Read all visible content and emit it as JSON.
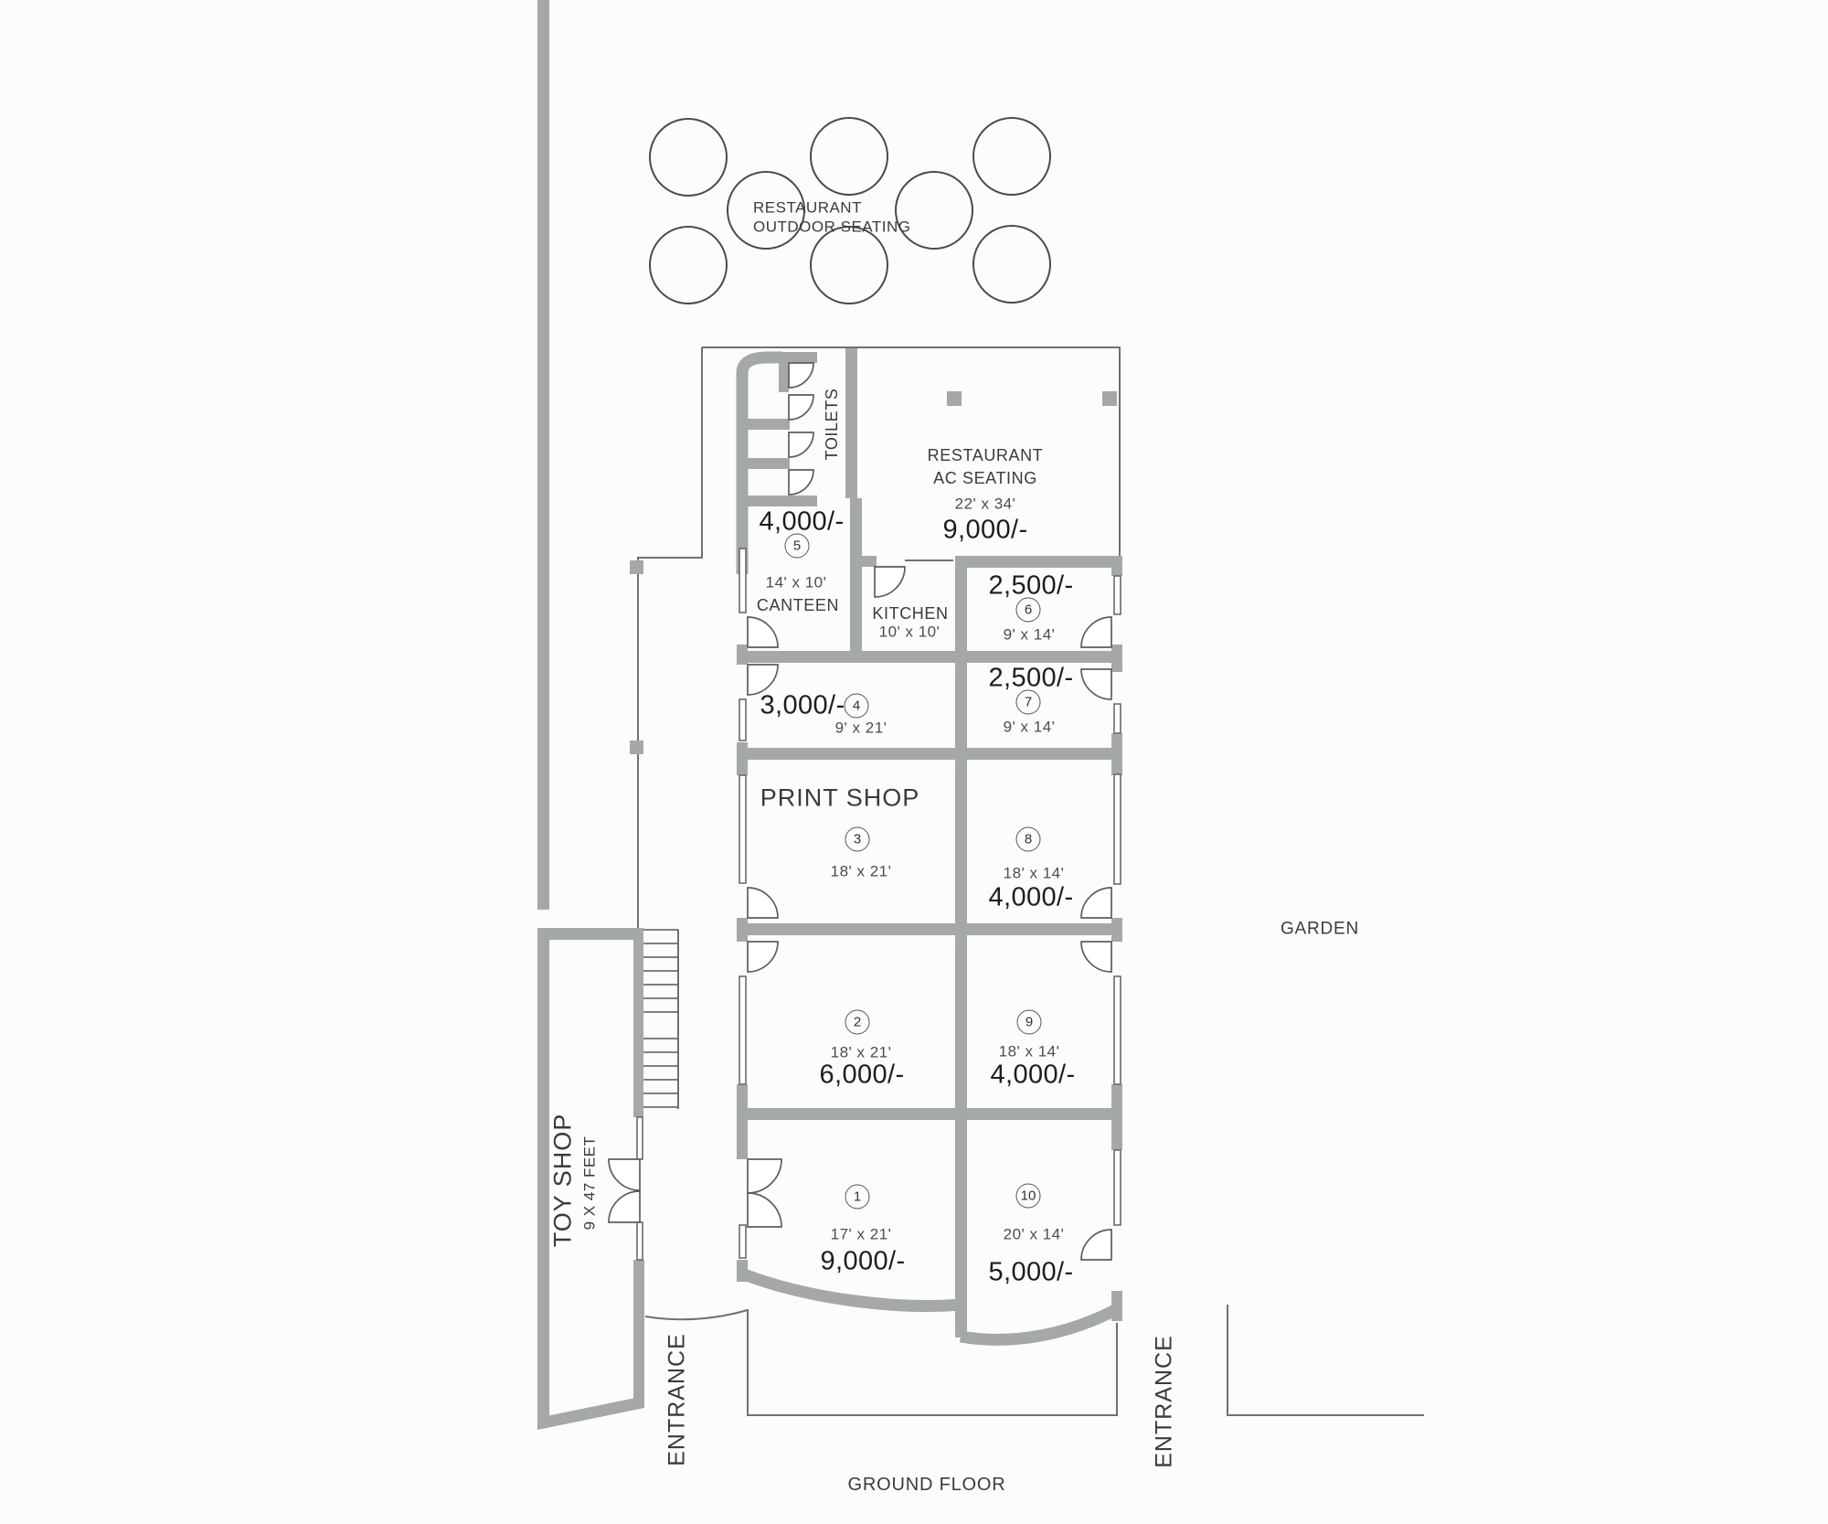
{
  "title": "GROUND FLOOR",
  "colors": {
    "wall": "#a5a8a8",
    "outline": "#707070",
    "text": "#3b3b3b"
  },
  "outdoor_seating": {
    "line1": "RESTAURANT",
    "line2": "OUTDOOR SEATING",
    "table_count": 8
  },
  "labels": {
    "toilets": "TOILETS",
    "kitchen_name": "KITCHEN",
    "kitchen_dims": "10' x 10'",
    "restaurant_ac_line1": "RESTAURANT",
    "restaurant_ac_line2": "AC SEATING",
    "restaurant_ac_dims": "22' x 34'",
    "restaurant_ac_price": "9,000/-",
    "toy_shop_name": "TOY SHOP",
    "toy_shop_dims": "9 X 47 FEET",
    "garden": "GARDEN",
    "entrance_left": "ENTRANCE",
    "entrance_right": "ENTRANCE",
    "floor_title": "GROUND FLOOR"
  },
  "rooms": {
    "r1": {
      "number": "1",
      "dims": "17' x 21'",
      "price": "9,000/-"
    },
    "r2": {
      "number": "2",
      "dims": "18' x 21'",
      "price": "6,000/-"
    },
    "r3": {
      "number": "3",
      "dims": "18' x 21'",
      "name": "PRINT SHOP"
    },
    "r4": {
      "number": "4",
      "dims": "9' x 21'",
      "price": "3,000/-"
    },
    "r5": {
      "number": "5",
      "dims": "14' x 10'",
      "price": "4,000/-",
      "name": "CANTEEN"
    },
    "r6": {
      "number": "6",
      "dims": "9' x 14'",
      "price": "2,500/-"
    },
    "r7": {
      "number": "7",
      "dims": "9' x 14'",
      "price": "2,500/-"
    },
    "r8": {
      "number": "8",
      "dims": "18' x 14'",
      "price": "4,000/-"
    },
    "r9": {
      "number": "9",
      "dims": "18' x 14'",
      "price": "4,000/-"
    },
    "r10": {
      "number": "10",
      "dims": "20' x 14'",
      "price": "5,000/-"
    }
  }
}
